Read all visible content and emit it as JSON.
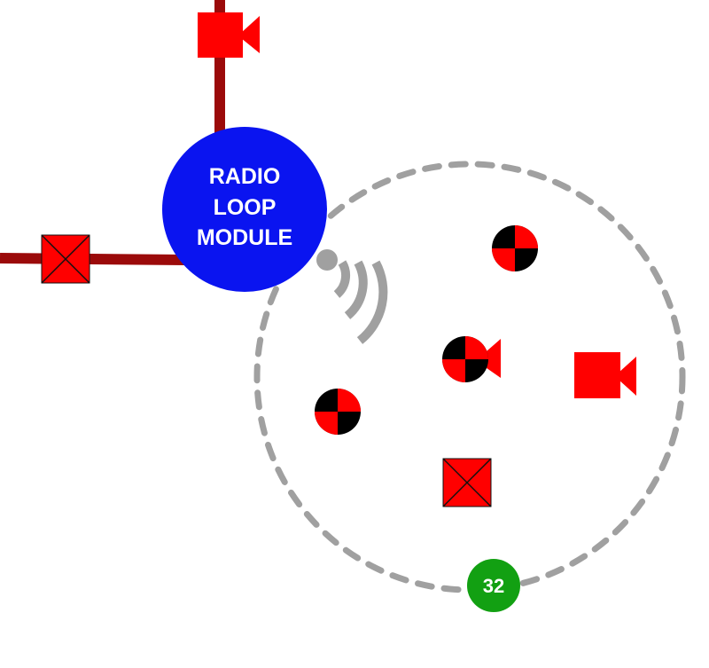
{
  "module": {
    "label_lines": [
      "RADIO",
      "LOOP",
      "MODULE"
    ]
  },
  "badge": {
    "value": "32"
  },
  "colors": {
    "module_fill": "#0a14f0",
    "wire": "#9b0a0a",
    "device_red": "#ff0000",
    "device_black": "#000000",
    "wireless_zone": "#a0a0a0",
    "badge_fill": "#12a012",
    "text_white": "#ffffff"
  },
  "icons": {
    "wired_camera": "camera-icon",
    "wired_sensor": "crossed-square-sensor-icon",
    "radio_signal": "wireless-signal-icon",
    "wireless_detectors": "smoke-detector-icon",
    "wireless_detector_camera": "detector-camera-icon",
    "wireless_camera": "camera-icon",
    "wireless_sensor": "crossed-square-sensor-icon"
  }
}
